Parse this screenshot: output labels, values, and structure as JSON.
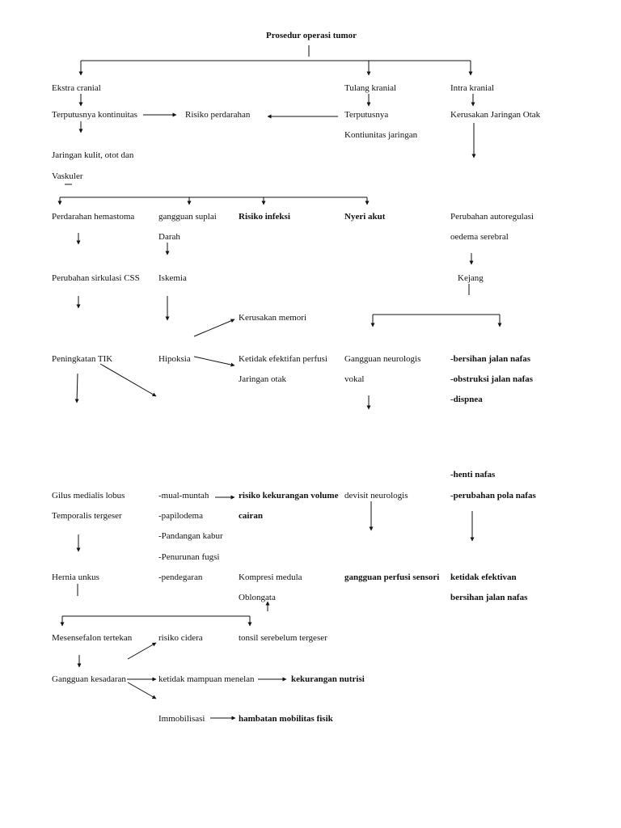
{
  "title": "Prosedur operasi tumor",
  "branches": {
    "ekstra": "Ekstra cranial",
    "tulang": "Tulang kranial",
    "intra": "Intra kranial"
  },
  "nodes": {
    "terputusnya_kontinuitas": "Terputusnya kontinuitas",
    "risiko_perdarahan": "Risiko perdarahan",
    "terputusnya": "Terputusnya",
    "kontiunitas_jaringan": "Kontiunitas jaringan",
    "kerusakan_jaringan_otak": "Kerusakan Jaringan Otak",
    "jaringan_kulit": "Jaringan kulit, otot dan",
    "vaskuler": "Vaskuler",
    "perdarahan_hemastoma": "Perdarahan hemastoma",
    "gangguan_suplai": "gangguan suplai",
    "darah": "Darah",
    "risiko_infeksi": "Risiko infeksi",
    "nyeri_akut": "Nyeri akut",
    "perubahan_autoregulasi": "Perubahan autoregulasi",
    "oedema_serebral": "oedema serebral",
    "perubahan_sirkulasi": "Perubahan sirkulasi CSS",
    "iskemia": "Iskemia",
    "kejang": "Kejang",
    "kerusakan_memori": "Kerusakan memori",
    "peningkatan_tik": "Peningkatan TIK",
    "hipoksia": "Hipoksia",
    "ketidak_efektifan_perfusi": "Ketidak efektifan perfusi",
    "jaringan_otak": "Jaringan otak",
    "gangguan_neurologis": "Gangguan neurologis",
    "vokal": "vokal",
    "bersihan_jalan_nafas": "-bersihan jalan nafas",
    "obstruksi_jalan_nafas": "-obstruksi jalan nafas",
    "dispnea": "-dispnea",
    "henti_nafas": "-henti nafas",
    "gilus_medialis": "Gilus medialis lobus",
    "mual_muntah": "-mual-muntah",
    "risiko_kekurangan_volume": "risiko kekurangan volume",
    "devisit_neurologis": "devisit neurologis",
    "perubahan_pola_nafas": "-perubahan pola nafas",
    "temporalis_tergeser": "Temporalis tergeser",
    "papilodema": "-papilodema",
    "cairan": "cairan",
    "pandangan_kabur": "-Pandangan kabur",
    "penurunan_fugsi": "-Penurunan fugsi",
    "hernia_unkus": "Hernia unkus",
    "pendegaran": "-pendegaran",
    "kompresi_medula": "Kompresi medula",
    "gangguan_perfusi_sensori": "gangguan perfusi sensori",
    "ketidak_efektivan": "ketidak efektivan",
    "oblongata": "Oblongata",
    "bersihan_jalan_nafas_2": "bersihan jalan nafas",
    "mesensefalon": "Mesensefalon tertekan",
    "risiko_cidera": "risiko cidera",
    "tonsil_serebelum": "tonsil serebelum tergeser",
    "gangguan_kesadaran": "Gangguan kesadaran",
    "ketidak_mampuan_menelan": "ketidak mampuan menelan",
    "kekurangan_nutrisi": "kekurangan nutrisi",
    "immobilisasi": "Immobilisasi",
    "hambatan_mobilitas": "hambatan mobilitas fisik"
  }
}
